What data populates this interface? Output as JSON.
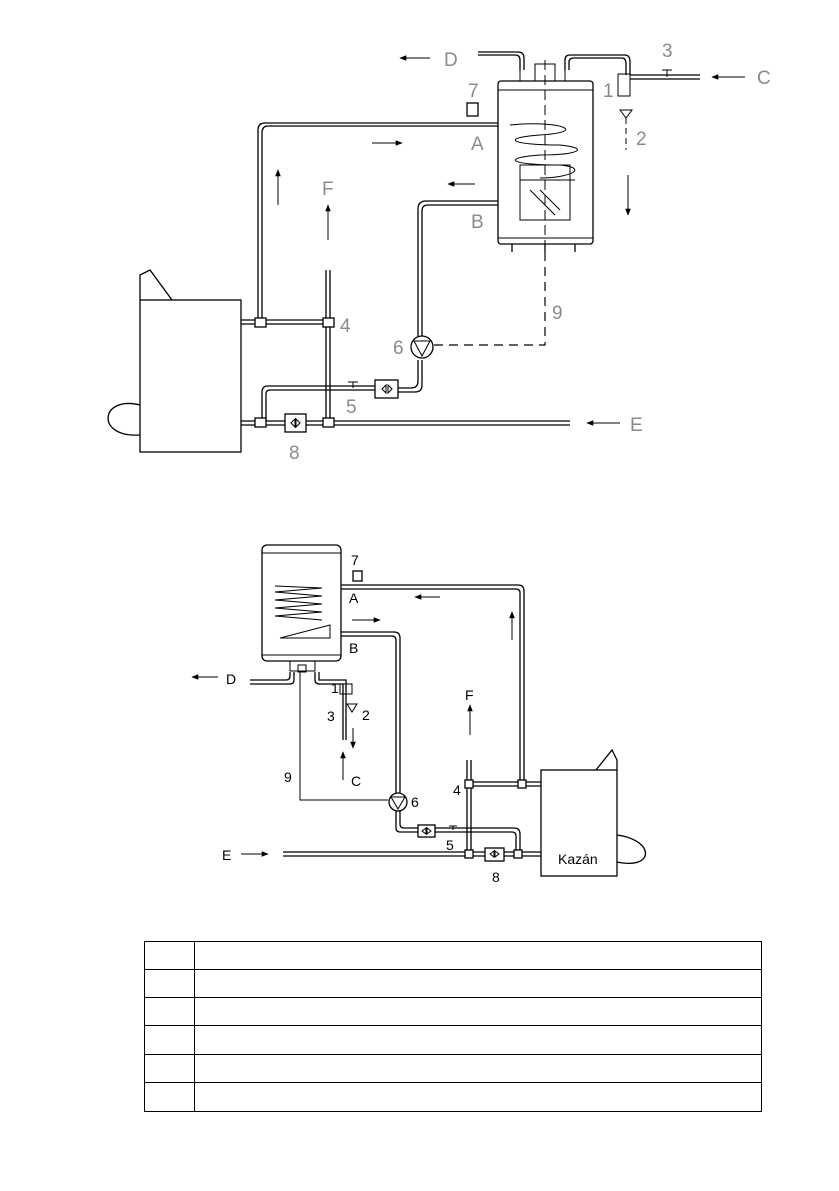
{
  "diagram_1": {
    "labels": {
      "D": "D",
      "C": "C",
      "E": "E",
      "F": "F",
      "A": "A",
      "B": "B",
      "n1": "1",
      "n2": "2",
      "n3": "3",
      "n4": "4",
      "n5": "5",
      "n6": "6",
      "n7": "7",
      "n8": "8",
      "n9": "9"
    }
  },
  "diagram_2": {
    "labels": {
      "D": "D",
      "C": "C",
      "E": "E",
      "F": "F",
      "A": "A",
      "B": "B",
      "n1": "1",
      "n2": "2",
      "n3": "3",
      "n4": "4",
      "n5": "5",
      "n6": "6",
      "n7": "7",
      "n8": "8",
      "n9": "9"
    },
    "boiler_label": "Kazán"
  },
  "legend": {
    "rows": [
      {
        "key": "",
        "desc": ""
      },
      {
        "key": "",
        "desc": ""
      },
      {
        "key": "",
        "desc": ""
      },
      {
        "key": "",
        "desc": ""
      },
      {
        "key": "",
        "desc": ""
      },
      {
        "key": "",
        "desc": ""
      }
    ]
  }
}
